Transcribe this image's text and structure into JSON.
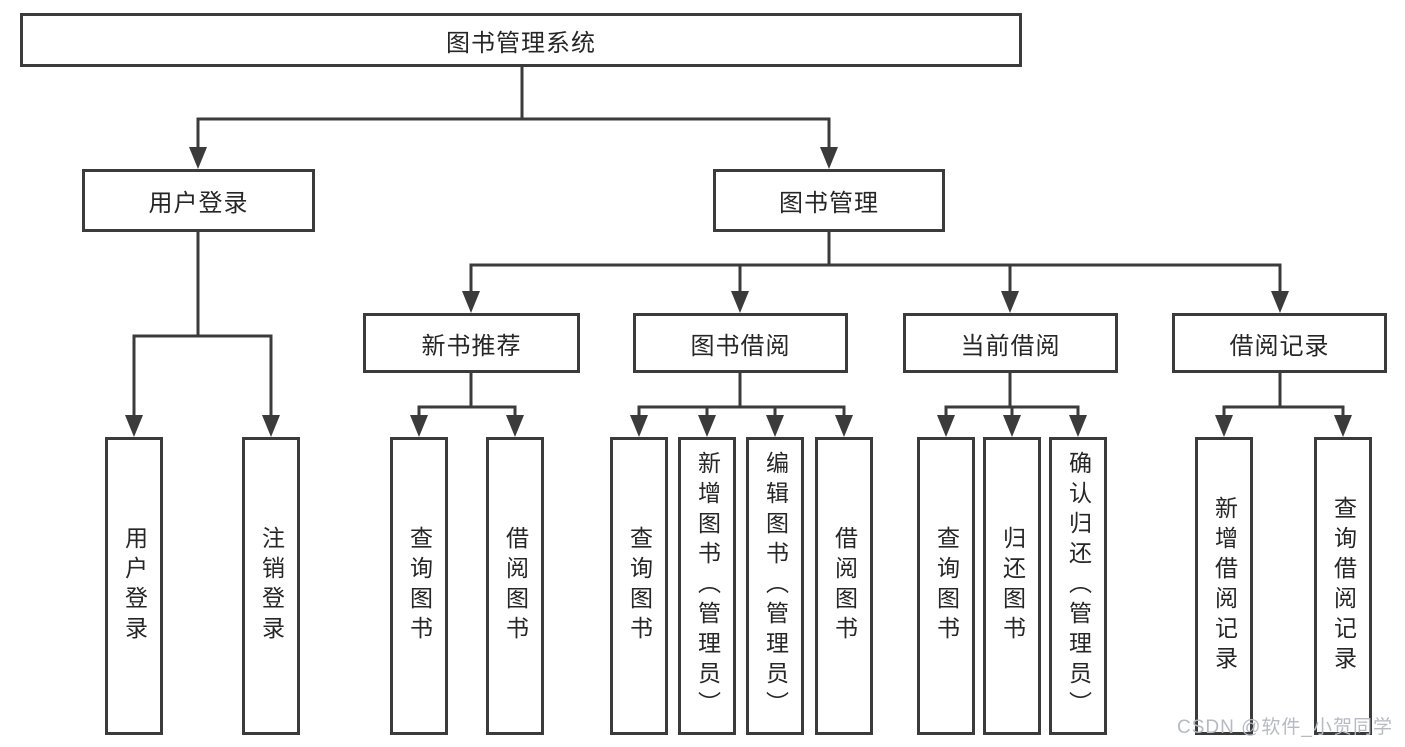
{
  "diagram": {
    "title": "图书管理系统",
    "nodes": {
      "root": {
        "label": "图书管理系统"
      },
      "level2": {
        "user_login": {
          "label": "用户登录"
        },
        "book_management": {
          "label": "图书管理"
        }
      },
      "level3": {
        "new_book_recommend": {
          "label": "新书推荐"
        },
        "book_borrowing": {
          "label": "图书借阅"
        },
        "current_borrowing": {
          "label": "当前借阅"
        },
        "borrowing_records": {
          "label": "借阅记录"
        }
      },
      "leaves": {
        "login_user_login": {
          "label": "用户登录"
        },
        "login_logout": {
          "label": "注销登录"
        },
        "recommend_query_books": {
          "label": "查询图书"
        },
        "recommend_borrow_books": {
          "label": "借阅图书"
        },
        "borrowing_query_books": {
          "label": "查询图书"
        },
        "borrowing_add_books_admin": {
          "label": "新增图书（管理员）"
        },
        "borrowing_edit_books_admin": {
          "label": "编辑图书（管理员）"
        },
        "borrowing_borrow_books": {
          "label": "借阅图书"
        },
        "current_query_books": {
          "label": "查询图书"
        },
        "current_return_books": {
          "label": "归还图书"
        },
        "current_confirm_return_admin": {
          "label": "确认归还（管理员）"
        },
        "records_add_record": {
          "label": "新增借阅记录"
        },
        "records_query_record": {
          "label": "查询借阅记录"
        }
      }
    },
    "line_color": "#3b3b3b",
    "watermark": {
      "text": "CSDN @软件_小贺同学"
    }
  }
}
